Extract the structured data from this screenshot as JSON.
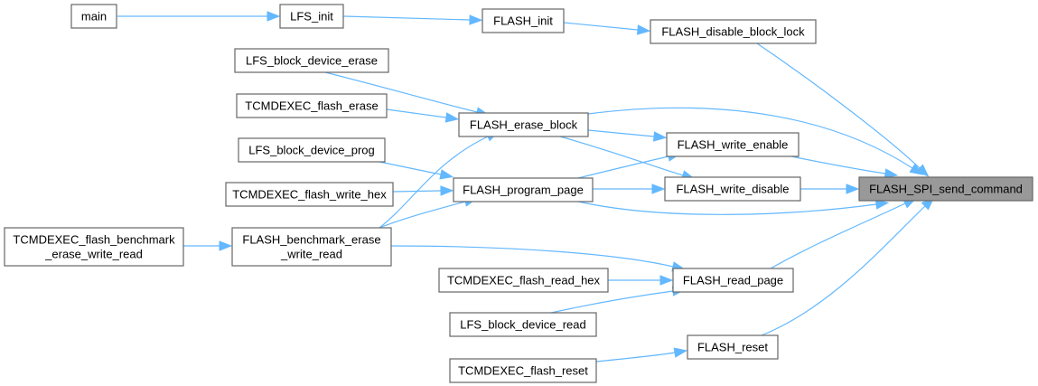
{
  "diagram": {
    "type": "call-graph",
    "root": "FLASH_SPI_send_command",
    "colors": {
      "edge": "#63b8ff",
      "node_border": "#666666",
      "root_fill": "#999999",
      "node_fill": "#ffffff"
    },
    "nodes": [
      {
        "id": "main",
        "lines": [
          "main"
        ]
      },
      {
        "id": "LFS_init",
        "lines": [
          "LFS_init"
        ]
      },
      {
        "id": "FLASH_init",
        "lines": [
          "FLASH_init"
        ]
      },
      {
        "id": "FLASH_disable_block_lock",
        "lines": [
          "FLASH_disable_block_lock"
        ]
      },
      {
        "id": "LFS_block_device_erase",
        "lines": [
          "LFS_block_device_erase"
        ]
      },
      {
        "id": "TCMDEXEC_flash_erase",
        "lines": [
          "TCMDEXEC_flash_erase"
        ]
      },
      {
        "id": "FLASH_erase_block",
        "lines": [
          "FLASH_erase_block"
        ]
      },
      {
        "id": "LFS_block_device_prog",
        "lines": [
          "LFS_block_device_prog"
        ]
      },
      {
        "id": "TCMDEXEC_flash_write_hex",
        "lines": [
          "TCMDEXEC_flash_write_hex"
        ]
      },
      {
        "id": "FLASH_program_page",
        "lines": [
          "FLASH_program_page"
        ]
      },
      {
        "id": "FLASH_write_enable",
        "lines": [
          "FLASH_write_enable"
        ]
      },
      {
        "id": "FLASH_write_disable",
        "lines": [
          "FLASH_write_disable"
        ]
      },
      {
        "id": "FLASH_SPI_send_command",
        "lines": [
          "FLASH_SPI_send_command"
        ],
        "root": true
      },
      {
        "id": "TCMDEXEC_flash_benchmark_erase_write_read",
        "lines": [
          "TCMDEXEC_flash_benchmark",
          "_erase_write_read"
        ]
      },
      {
        "id": "FLASH_benchmark_erase_write_read",
        "lines": [
          "FLASH_benchmark_erase",
          "_write_read"
        ]
      },
      {
        "id": "TCMDEXEC_flash_read_hex",
        "lines": [
          "TCMDEXEC_flash_read_hex"
        ]
      },
      {
        "id": "FLASH_read_page",
        "lines": [
          "FLASH_read_page"
        ]
      },
      {
        "id": "LFS_block_device_read",
        "lines": [
          "LFS_block_device_read"
        ]
      },
      {
        "id": "FLASH_reset",
        "lines": [
          "FLASH_reset"
        ]
      },
      {
        "id": "TCMDEXEC_flash_reset",
        "lines": [
          "TCMDEXEC_flash_reset"
        ]
      }
    ],
    "edges": [
      {
        "from": "main",
        "to": "LFS_init"
      },
      {
        "from": "LFS_init",
        "to": "FLASH_init"
      },
      {
        "from": "FLASH_init",
        "to": "FLASH_disable_block_lock"
      },
      {
        "from": "FLASH_disable_block_lock",
        "to": "FLASH_SPI_send_command"
      },
      {
        "from": "LFS_block_device_erase",
        "to": "FLASH_erase_block"
      },
      {
        "from": "TCMDEXEC_flash_erase",
        "to": "FLASH_erase_block"
      },
      {
        "from": "FLASH_erase_block",
        "to": "FLASH_SPI_send_command"
      },
      {
        "from": "FLASH_erase_block",
        "to": "FLASH_write_enable"
      },
      {
        "from": "FLASH_erase_block",
        "to": "FLASH_write_disable"
      },
      {
        "from": "LFS_block_device_prog",
        "to": "FLASH_program_page"
      },
      {
        "from": "TCMDEXEC_flash_write_hex",
        "to": "FLASH_program_page"
      },
      {
        "from": "FLASH_program_page",
        "to": "FLASH_write_enable"
      },
      {
        "from": "FLASH_program_page",
        "to": "FLASH_write_disable"
      },
      {
        "from": "FLASH_program_page",
        "to": "FLASH_SPI_send_command"
      },
      {
        "from": "FLASH_write_enable",
        "to": "FLASH_SPI_send_command"
      },
      {
        "from": "FLASH_write_disable",
        "to": "FLASH_SPI_send_command"
      },
      {
        "from": "TCMDEXEC_flash_benchmark_erase_write_read",
        "to": "FLASH_benchmark_erase_write_read"
      },
      {
        "from": "FLASH_benchmark_erase_write_read",
        "to": "FLASH_erase_block"
      },
      {
        "from": "FLASH_benchmark_erase_write_read",
        "to": "FLASH_program_page"
      },
      {
        "from": "FLASH_benchmark_erase_write_read",
        "to": "FLASH_read_page"
      },
      {
        "from": "TCMDEXEC_flash_read_hex",
        "to": "FLASH_read_page"
      },
      {
        "from": "LFS_block_device_read",
        "to": "FLASH_read_page"
      },
      {
        "from": "FLASH_read_page",
        "to": "FLASH_SPI_send_command"
      },
      {
        "from": "TCMDEXEC_flash_reset",
        "to": "FLASH_reset"
      },
      {
        "from": "FLASH_reset",
        "to": "FLASH_SPI_send_command"
      }
    ]
  }
}
